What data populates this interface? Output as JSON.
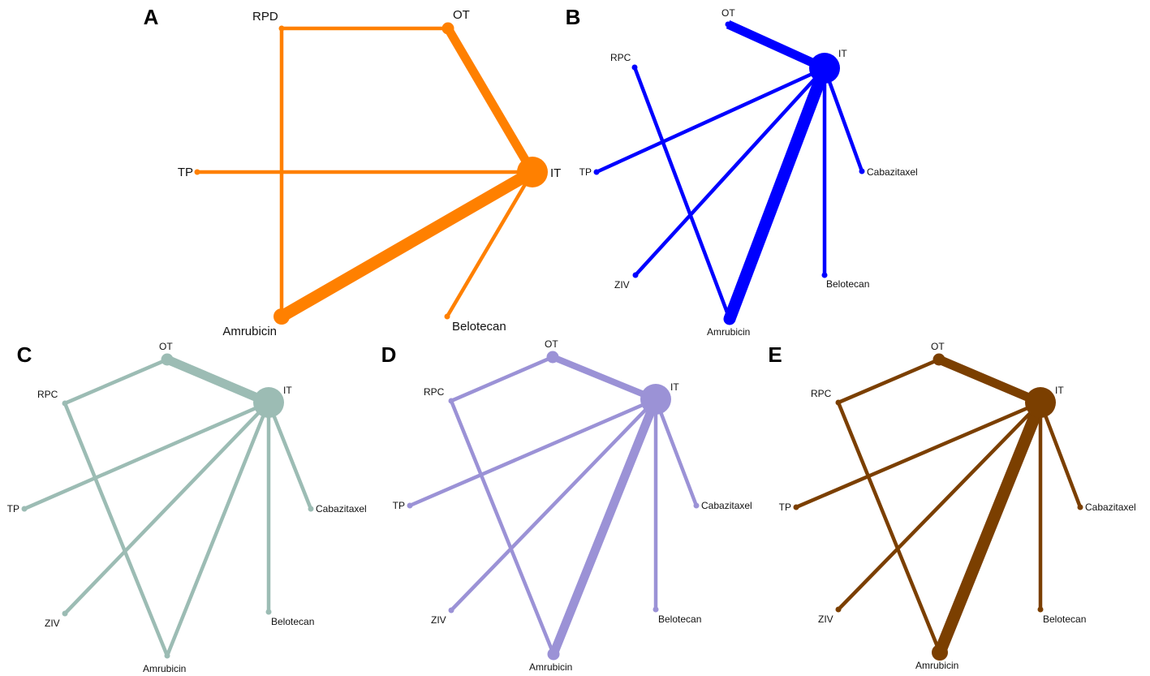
{
  "panels": [
    {
      "letter": "A",
      "color": "#ff8000",
      "nodes": [
        {
          "id": "RPD",
          "label": "RPD",
          "size": 1
        },
        {
          "id": "OT",
          "label": "OT",
          "size": 2
        },
        {
          "id": "TP",
          "label": "TP",
          "size": 1
        },
        {
          "id": "IT",
          "label": "IT",
          "size": 5
        },
        {
          "id": "Amrubicin",
          "label": "Amrubicin",
          "size": 3
        },
        {
          "id": "Belotecan",
          "label": "Belotecan",
          "size": 1
        }
      ],
      "edges": [
        {
          "from": "RPD",
          "to": "OT",
          "weight": 1
        },
        {
          "from": "RPD",
          "to": "Amrubicin",
          "weight": 1
        },
        {
          "from": "OT",
          "to": "IT",
          "weight": 3
        },
        {
          "from": "TP",
          "to": "IT",
          "weight": 1
        },
        {
          "from": "Amrubicin",
          "to": "IT",
          "weight": 4
        },
        {
          "from": "Belotecan",
          "to": "IT",
          "weight": 1
        }
      ]
    },
    {
      "letter": "B",
      "color": "#0000ff",
      "nodes": [
        {
          "id": "OT",
          "label": "OT",
          "size": 1
        },
        {
          "id": "IT",
          "label": "IT",
          "size": 5
        },
        {
          "id": "RPC",
          "label": "RPC",
          "size": 1
        },
        {
          "id": "TP",
          "label": "TP",
          "size": 1
        },
        {
          "id": "Cabazitaxel",
          "label": "Cabazitaxel",
          "size": 1
        },
        {
          "id": "ZIV",
          "label": "ZIV",
          "size": 1
        },
        {
          "id": "Belotecan",
          "label": "Belotecan",
          "size": 1
        },
        {
          "id": "Amrubicin",
          "label": "Amrubicin",
          "size": 2
        }
      ],
      "edges": [
        {
          "from": "OT",
          "to": "IT",
          "weight": 3
        },
        {
          "from": "RPC",
          "to": "Amrubicin",
          "weight": 1
        },
        {
          "from": "TP",
          "to": "IT",
          "weight": 1
        },
        {
          "from": "ZIV",
          "to": "IT",
          "weight": 1
        },
        {
          "from": "Amrubicin",
          "to": "IT",
          "weight": 4
        },
        {
          "from": "Belotecan",
          "to": "IT",
          "weight": 1
        },
        {
          "from": "Cabazitaxel",
          "to": "IT",
          "weight": 1
        }
      ]
    },
    {
      "letter": "C",
      "color": "#9cbcb4",
      "nodes": [
        {
          "id": "OT",
          "label": "OT",
          "size": 2
        },
        {
          "id": "IT",
          "label": "IT",
          "size": 5
        },
        {
          "id": "RPC",
          "label": "RPC",
          "size": 1
        },
        {
          "id": "TP",
          "label": "TP",
          "size": 1
        },
        {
          "id": "Cabazitaxel",
          "label": "Cabazitaxel",
          "size": 1
        },
        {
          "id": "ZIV",
          "label": "ZIV",
          "size": 1
        },
        {
          "id": "Belotecan",
          "label": "Belotecan",
          "size": 1
        },
        {
          "id": "Amrubicin",
          "label": "Amrubicin",
          "size": 1
        }
      ],
      "edges": [
        {
          "from": "OT",
          "to": "IT",
          "weight": 3
        },
        {
          "from": "RPC",
          "to": "OT",
          "weight": 1
        },
        {
          "from": "RPC",
          "to": "Amrubicin",
          "weight": 1
        },
        {
          "from": "TP",
          "to": "IT",
          "weight": 1
        },
        {
          "from": "ZIV",
          "to": "IT",
          "weight": 1
        },
        {
          "from": "Amrubicin",
          "to": "IT",
          "weight": 1
        },
        {
          "from": "Belotecan",
          "to": "IT",
          "weight": 1
        },
        {
          "from": "Cabazitaxel",
          "to": "IT",
          "weight": 1
        }
      ]
    },
    {
      "letter": "D",
      "color": "#9b92d6",
      "nodes": [
        {
          "id": "OT",
          "label": "OT",
          "size": 2
        },
        {
          "id": "IT",
          "label": "IT",
          "size": 5
        },
        {
          "id": "RPC",
          "label": "RPC",
          "size": 1
        },
        {
          "id": "TP",
          "label": "TP",
          "size": 1
        },
        {
          "id": "Cabazitaxel",
          "label": "Cabazitaxel",
          "size": 1
        },
        {
          "id": "ZIV",
          "label": "ZIV",
          "size": 1
        },
        {
          "id": "Belotecan",
          "label": "Belotecan",
          "size": 1
        },
        {
          "id": "Amrubicin",
          "label": "Amrubicin",
          "size": 2
        }
      ],
      "edges": [
        {
          "from": "OT",
          "to": "IT",
          "weight": 2
        },
        {
          "from": "RPC",
          "to": "OT",
          "weight": 1
        },
        {
          "from": "RPC",
          "to": "Amrubicin",
          "weight": 1
        },
        {
          "from": "TP",
          "to": "IT",
          "weight": 1
        },
        {
          "from": "ZIV",
          "to": "IT",
          "weight": 1
        },
        {
          "from": "Amrubicin",
          "to": "IT",
          "weight": 3
        },
        {
          "from": "Belotecan",
          "to": "IT",
          "weight": 1
        },
        {
          "from": "Cabazitaxel",
          "to": "IT",
          "weight": 1
        }
      ]
    },
    {
      "letter": "E",
      "color": "#7b3f00",
      "nodes": [
        {
          "id": "OT",
          "label": "OT",
          "size": 2
        },
        {
          "id": "IT",
          "label": "IT",
          "size": 5
        },
        {
          "id": "RPC",
          "label": "RPC",
          "size": 1
        },
        {
          "id": "TP",
          "label": "TP",
          "size": 1
        },
        {
          "id": "Cabazitaxel",
          "label": "Cabazitaxel",
          "size": 1
        },
        {
          "id": "ZIV",
          "label": "ZIV",
          "size": 1
        },
        {
          "id": "Belotecan",
          "label": "Belotecan",
          "size": 1
        },
        {
          "id": "Amrubicin",
          "label": "Amrubicin",
          "size": 3
        }
      ],
      "edges": [
        {
          "from": "OT",
          "to": "IT",
          "weight": 3
        },
        {
          "from": "RPC",
          "to": "OT",
          "weight": 1
        },
        {
          "from": "RPC",
          "to": "Amrubicin",
          "weight": 1
        },
        {
          "from": "TP",
          "to": "IT",
          "weight": 1
        },
        {
          "from": "ZIV",
          "to": "IT",
          "weight": 1
        },
        {
          "from": "Amrubicin",
          "to": "IT",
          "weight": 4
        },
        {
          "from": "Belotecan",
          "to": "IT",
          "weight": 1
        },
        {
          "from": "Cabazitaxel",
          "to": "IT",
          "weight": 1
        }
      ]
    }
  ]
}
